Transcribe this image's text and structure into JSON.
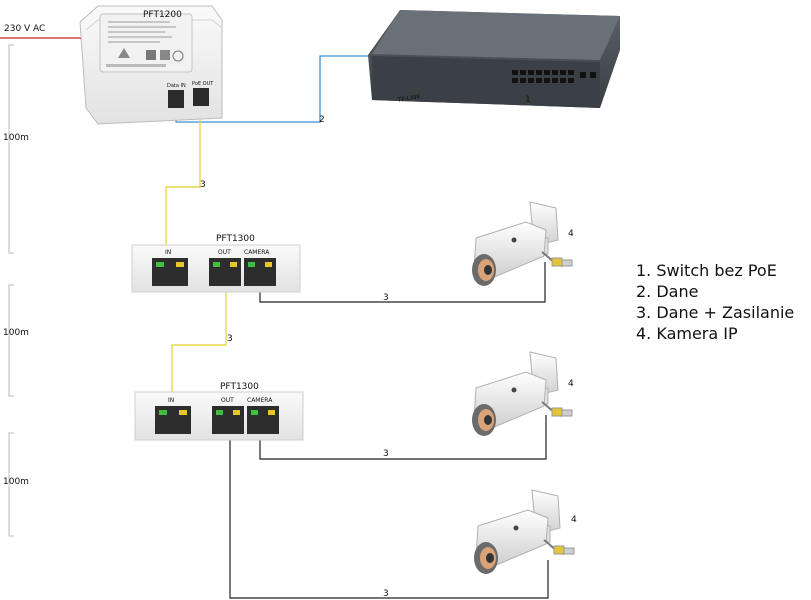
{
  "power_label": "230 V AC",
  "injector": {
    "name": "PFT1200",
    "port_data": "Data IN",
    "port_poe": "PoE OUT"
  },
  "splitter1": {
    "name": "PFT1300",
    "port_in": "IN",
    "port_out": "OUT",
    "port_camera": "CAMERA"
  },
  "splitter2": {
    "name": "PFT1300",
    "port_in": "IN",
    "port_out": "OUT",
    "port_camera": "CAMERA"
  },
  "switch": {
    "brand": "TP-LINK",
    "number": "1"
  },
  "cable_numbers": {
    "data": "2",
    "poe": "3",
    "camera": "4"
  },
  "distances": [
    "100m",
    "100m",
    "100m"
  ],
  "legend": [
    "1. Switch bez PoE",
    "2. Dane",
    "3. Dane + Zasilanie",
    "4. Kamera IP"
  ],
  "colors": {
    "power": "#cc2222",
    "data": "#3d8fd6",
    "poe": "#e8d84a",
    "camera_line": "#222222",
    "led_green": "#3fbf3f",
    "led_yellow": "#e6c629"
  }
}
